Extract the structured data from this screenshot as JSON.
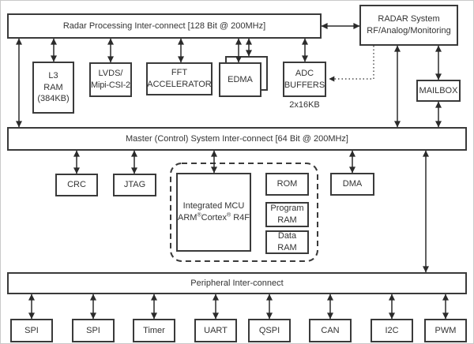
{
  "diagram": {
    "colors": {
      "line": "#3a3a3a",
      "arrow": "#2b2b2b",
      "background": "#ffffff",
      "text": "#333333"
    },
    "buses": {
      "radar": "Radar Processing Inter-connect [128 Bit @ 200MHz]",
      "master": "Master (Control) System Inter-connect [64 Bit @ 200MHz]",
      "peripheral": "Peripheral Inter-connect"
    },
    "nodes": {
      "radar_system": {
        "line1": "RADAR System",
        "line2": "RF/Analog/Monitoring"
      },
      "l3_ram": {
        "line1": "L3",
        "line2": "RAM",
        "line3": "(384KB)"
      },
      "lvds": {
        "line1": "LVDS/",
        "line2": "Mipi-CSI-2"
      },
      "fft": {
        "line1": "FFT",
        "line2": "ACCELERATOR"
      },
      "edma": {
        "label": "EDMA"
      },
      "adc_buffers": {
        "line1": "ADC",
        "line2": "BUFFERS",
        "caption": "2x16KB"
      },
      "mailbox": {
        "label": "MAILBOX"
      },
      "crc": {
        "label": "CRC"
      },
      "jtag": {
        "label": "JTAG"
      },
      "mcu": {
        "line1": "Integrated MCU",
        "arm": "ARM",
        "reg": "®",
        "cortex": "Cortex",
        "r4f": "R4F"
      },
      "rom": {
        "label": "ROM"
      },
      "program_ram": {
        "line1": "Program",
        "line2": "RAM"
      },
      "data_ram": {
        "line1": "Data",
        "line2": "RAM"
      },
      "dma": {
        "label": "DMA"
      }
    },
    "peripherals": [
      "SPI",
      "SPI",
      "Timer",
      "UART",
      "QSPI",
      "CAN",
      "I2C",
      "PWM"
    ]
  }
}
